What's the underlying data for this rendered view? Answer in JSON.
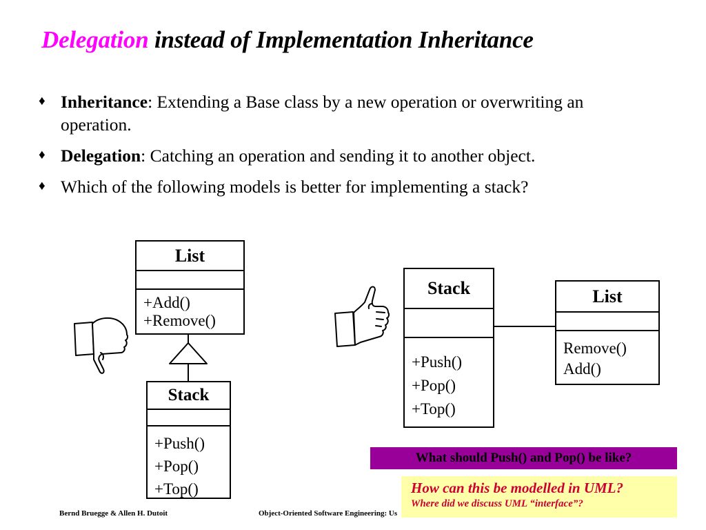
{
  "slide": {
    "title": {
      "accent": "Delegation",
      "rest": " instead of Implementation Inheritance",
      "accent_color": "#ff00ff"
    },
    "bullets": [
      {
        "marker": "♦",
        "lead": "Inheritance",
        "text": ": Extending a Base class by a new operation or overwriting an operation."
      },
      {
        "marker": "♦",
        "lead": "Delegation",
        "text": ": Catching an operation and sending it to another object."
      },
      {
        "marker": "♦",
        "lead": "",
        "text": "Which of the following models is better for implementing a stack?"
      }
    ],
    "diagrams": {
      "inheritance_model": {
        "verdict_icon": "thumbs-down-icon",
        "superclass": {
          "name": "List",
          "attributes": [],
          "operations": [
            "+Add()",
            "+Remove()"
          ]
        },
        "relationship": "generalization",
        "subclass": {
          "name": "Stack",
          "attributes": [],
          "operations": [
            "+Push()",
            "+Pop()",
            "+Top()"
          ]
        }
      },
      "delegation_model": {
        "verdict_icon": "thumbs-up-icon",
        "client": {
          "name": "Stack",
          "attributes": [],
          "operations": [
            "+Push()",
            "+Pop()",
            "+Top()"
          ]
        },
        "relationship": "association",
        "supplier": {
          "name": "List",
          "attributes": [],
          "operations": [
            "Remove()",
            "Add()"
          ]
        }
      }
    },
    "callouts": [
      {
        "text": "What should Push() and Pop() be like?",
        "background": "#990099",
        "text_color": "#000000"
      },
      {
        "line1": "How can this be modelled in UML?",
        "line2": "Where did we discuss UML “interface”?",
        "background": "#ffffaa",
        "text_color": "#cc0033"
      }
    ],
    "footer": {
      "authors": "Bernd Bruegge & Allen H. Dutoit",
      "course": "Object-Oriented Software Engineering: Us"
    }
  }
}
